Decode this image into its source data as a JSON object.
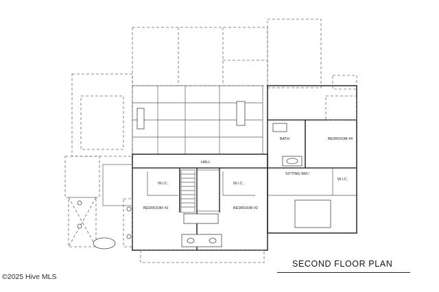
{
  "title": "SECOND FLOOR PLAN",
  "watermark": "©2025 Hive MLS",
  "rooms": {
    "hall": "HALL",
    "bedroom3": "BEDROOM #3",
    "bedroom2": "BEDROOM #2",
    "bedroom4": "BEDROOM #4",
    "bath": "BATH",
    "sitting": "SITTING RM /",
    "wic_left": "W.I.C.",
    "wic_mid": "W.I.C.",
    "wic_right": "W.I.C."
  }
}
